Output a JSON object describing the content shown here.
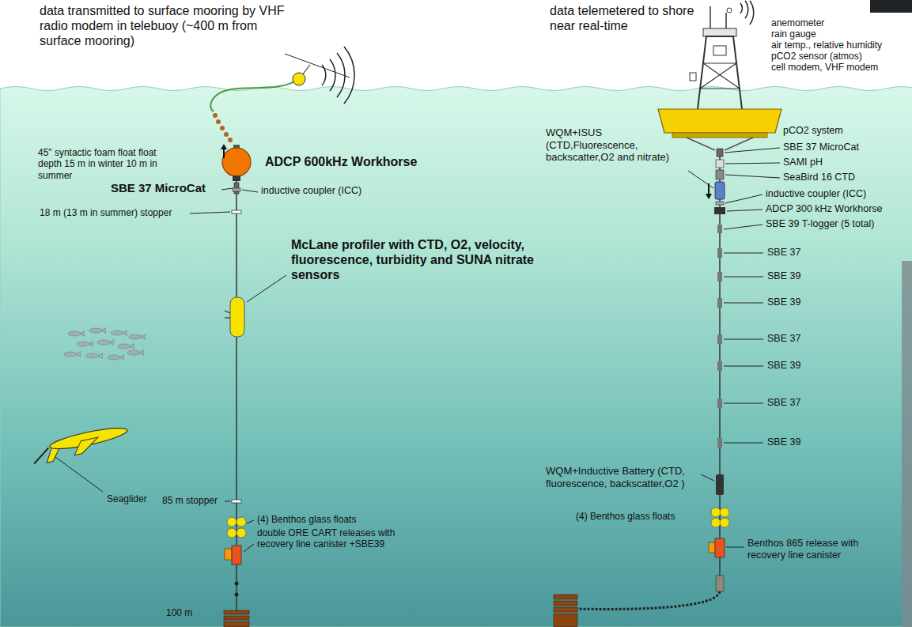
{
  "diagram": {
    "labels": [
      "data transmitted to surface mooring by VHF radio modem in telebuoy (~400 m from surface mooring)",
      "data telemetered to shore near real-time",
      "anemometer",
      "rain gauge",
      "air temp., relative humidity",
      "pCO2 sensor (atmos)",
      "cell modem, VHF modem",
      "WQM+ISUS (CTD,Fluorescence, backscatter,O2 and nitrate)",
      "pCO2 system",
      "SBE 37 MicroCat",
      "SAMI pH",
      "SeaBird 16 CTD",
      "inductive coupler (ICC)",
      "ADCP 300 kHz Workhorse",
      "SBE 39 T-logger (5 total)",
      "SBE 37",
      "SBE 39",
      "SBE 39",
      "SBE 37",
      "SBE 39",
      "SBE 37",
      "SBE 39",
      "45\" syntactic foam float float depth 15 m in winter 10 m in summer",
      "ADCP 600kHz Workhorse",
      "SBE 37 MicroCat",
      "inductive coupler (ICC)",
      "18 m (13 m in summer) stopper",
      "McLane profiler with CTD, O2, velocity, fluorescence, turbidity and SUNA nitrate sensors",
      "Seaglider",
      "85 m stopper",
      "(4) Benthos glass floats",
      "double ORE CART releases with recovery line canister +SBE39",
      "WQM+Inductive Battery (CTD, fluorescence, backscatter,O2 )",
      "(4) Benthos glass floats",
      "Benthos 865 release with recovery line canister",
      "100 m"
    ]
  }
}
